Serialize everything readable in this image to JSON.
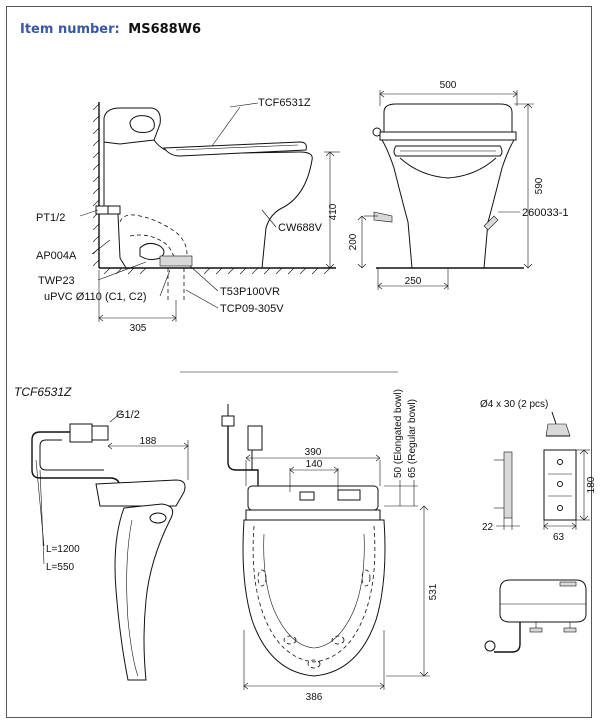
{
  "header": {
    "key": "Item number:",
    "value": "MS688W6"
  },
  "side_view": {
    "seat_model": "TCF6531Z",
    "labels": [
      "PT1/2",
      "AP004A",
      "TWP23",
      "uPVC Ø110 (C1, C2)",
      "T53P100VR",
      "TCP09-305V",
      "CW688V"
    ],
    "height": "410",
    "rough_in": "305"
  },
  "front_view": {
    "width": "500",
    "height": "590",
    "inlet_height": "200",
    "inlet_offset": "250",
    "part": "260033-1"
  },
  "seat_section": {
    "title": "TCF6531Z",
    "g_label": "G1/2",
    "width_188": "188",
    "hose_1": "L=1200",
    "hose_2": "L=550",
    "w_390": "390",
    "w_140": "140",
    "elong": "50 (Elongated bowl)",
    "regular": "65 (Regular bowl)",
    "len_531": "531",
    "w_386": "386",
    "screw": "Ø4 x 30 (2 pcs)",
    "h_180": "180",
    "w_22": "22",
    "w_63": "63"
  }
}
